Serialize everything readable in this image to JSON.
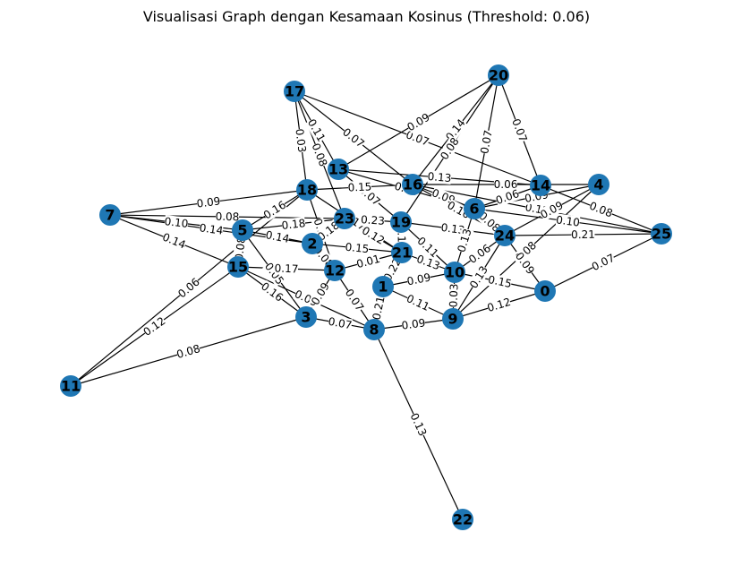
{
  "title": "Visualisasi Graph dengan Kesamaan Kosinus (Threshold: 0.06)",
  "colors": {
    "node": "#1f77b4",
    "edge": "#000000",
    "label": "#000000"
  },
  "graph": {
    "nodes": [
      "0",
      "1",
      "2",
      "3",
      "4",
      "5",
      "6",
      "7",
      "8",
      "9",
      "10",
      "11",
      "12",
      "13",
      "14",
      "15",
      "16",
      "17",
      "18",
      "19",
      "20",
      "21",
      "22",
      "23",
      "24",
      "25"
    ],
    "edges": [
      {
        "source": "17",
        "target": "13",
        "weight": "0.11"
      },
      {
        "source": "17",
        "target": "14",
        "weight": "0.07"
      },
      {
        "source": "17",
        "target": "16",
        "weight": "0.07"
      },
      {
        "source": "17",
        "target": "18",
        "weight": "0.03"
      },
      {
        "source": "17",
        "target": "23",
        "weight": "0.08"
      },
      {
        "source": "20",
        "target": "13",
        "weight": "0.09"
      },
      {
        "source": "20",
        "target": "14",
        "weight": "0.07"
      },
      {
        "source": "20",
        "target": "16",
        "weight": "0.14"
      },
      {
        "source": "20",
        "target": "19",
        "weight": "0.08"
      },
      {
        "source": "20",
        "target": "6",
        "weight": "0.07"
      },
      {
        "source": "7",
        "target": "18",
        "weight": "0.09"
      },
      {
        "source": "7",
        "target": "23",
        "weight": "0.08"
      },
      {
        "source": "7",
        "target": "5",
        "weight": "0.10"
      },
      {
        "source": "7",
        "target": "15",
        "weight": "0.14"
      },
      {
        "source": "7",
        "target": "2",
        "weight": "0.14"
      },
      {
        "source": "11",
        "target": "18",
        "weight": "0.06"
      },
      {
        "source": "11",
        "target": "15",
        "weight": "0.12"
      },
      {
        "source": "11",
        "target": "3",
        "weight": "0.08"
      },
      {
        "source": "22",
        "target": "8",
        "weight": "0.13"
      },
      {
        "source": "25",
        "target": "14",
        "weight": "0.08"
      },
      {
        "source": "25",
        "target": "24",
        "weight": "0.21"
      },
      {
        "source": "25",
        "target": "0",
        "weight": "0.07"
      },
      {
        "source": "25",
        "target": "16",
        "weight": "0.12"
      },
      {
        "source": "25",
        "target": "6",
        "weight": "0.10"
      },
      {
        "source": "4",
        "target": "16",
        "weight": "0.06"
      },
      {
        "source": "4",
        "target": "6",
        "weight": "0.09"
      },
      {
        "source": "4",
        "target": "24",
        "weight": "0.09"
      },
      {
        "source": "4",
        "target": "9",
        "weight": "0.08"
      },
      {
        "source": "13",
        "target": "14",
        "weight": "0.13"
      },
      {
        "source": "13",
        "target": "6",
        "weight": "0.16"
      },
      {
        "source": "13",
        "target": "19",
        "weight": "0.07"
      },
      {
        "source": "18",
        "target": "16",
        "weight": "0.15"
      },
      {
        "source": "18",
        "target": "12",
        "weight": "0.11"
      },
      {
        "source": "18",
        "target": "21",
        "weight": "0.17"
      },
      {
        "source": "18",
        "target": "5",
        "weight": "0.16"
      },
      {
        "source": "16",
        "target": "6",
        "weight": "0.09"
      },
      {
        "source": "16",
        "target": "24",
        "weight": "0.10"
      },
      {
        "source": "23",
        "target": "19",
        "weight": "0.23"
      },
      {
        "source": "23",
        "target": "2",
        "weight": "0.18"
      },
      {
        "source": "23",
        "target": "21",
        "weight": "0.12"
      },
      {
        "source": "23",
        "target": "5",
        "weight": "0.18"
      },
      {
        "source": "5",
        "target": "15",
        "weight": "0.08"
      },
      {
        "source": "5",
        "target": "2",
        "weight": "0.14"
      },
      {
        "source": "5",
        "target": "3",
        "weight": "0.05"
      },
      {
        "source": "15",
        "target": "12",
        "weight": "0.17"
      },
      {
        "source": "15",
        "target": "3",
        "weight": "0.16"
      },
      {
        "source": "15",
        "target": "8",
        "weight": "0.09"
      },
      {
        "source": "2",
        "target": "12",
        "weight": "0.08"
      },
      {
        "source": "2",
        "target": "21",
        "weight": "0.15"
      },
      {
        "source": "19",
        "target": "21",
        "weight": "0.16"
      },
      {
        "source": "19",
        "target": "10",
        "weight": "0.11"
      },
      {
        "source": "19",
        "target": "24",
        "weight": "0.13"
      },
      {
        "source": "21",
        "target": "10",
        "weight": "0.13"
      },
      {
        "source": "21",
        "target": "1",
        "weight": "0.22"
      },
      {
        "source": "21",
        "target": "12",
        "weight": "0.01"
      },
      {
        "source": "6",
        "target": "24",
        "weight": "0.08"
      },
      {
        "source": "6",
        "target": "10",
        "weight": "0.13"
      },
      {
        "source": "24",
        "target": "10",
        "weight": "0.06"
      },
      {
        "source": "24",
        "target": "0",
        "weight": "0.09"
      },
      {
        "source": "24",
        "target": "9",
        "weight": "0.13"
      },
      {
        "source": "10",
        "target": "0",
        "weight": "0.15"
      },
      {
        "source": "10",
        "target": "1",
        "weight": "0.09"
      },
      {
        "source": "10",
        "target": "9",
        "weight": "0.03"
      },
      {
        "source": "0",
        "target": "9",
        "weight": "0.12"
      },
      {
        "source": "1",
        "target": "9",
        "weight": "0.11"
      },
      {
        "source": "1",
        "target": "8",
        "weight": "0.21"
      },
      {
        "source": "12",
        "target": "8",
        "weight": "0.07"
      },
      {
        "source": "3",
        "target": "8",
        "weight": "0.07"
      },
      {
        "source": "3",
        "target": "12",
        "weight": "0.09"
      },
      {
        "source": "8",
        "target": "9",
        "weight": "0.09"
      },
      {
        "source": "14",
        "target": "6",
        "weight": "0.06"
      }
    ]
  }
}
